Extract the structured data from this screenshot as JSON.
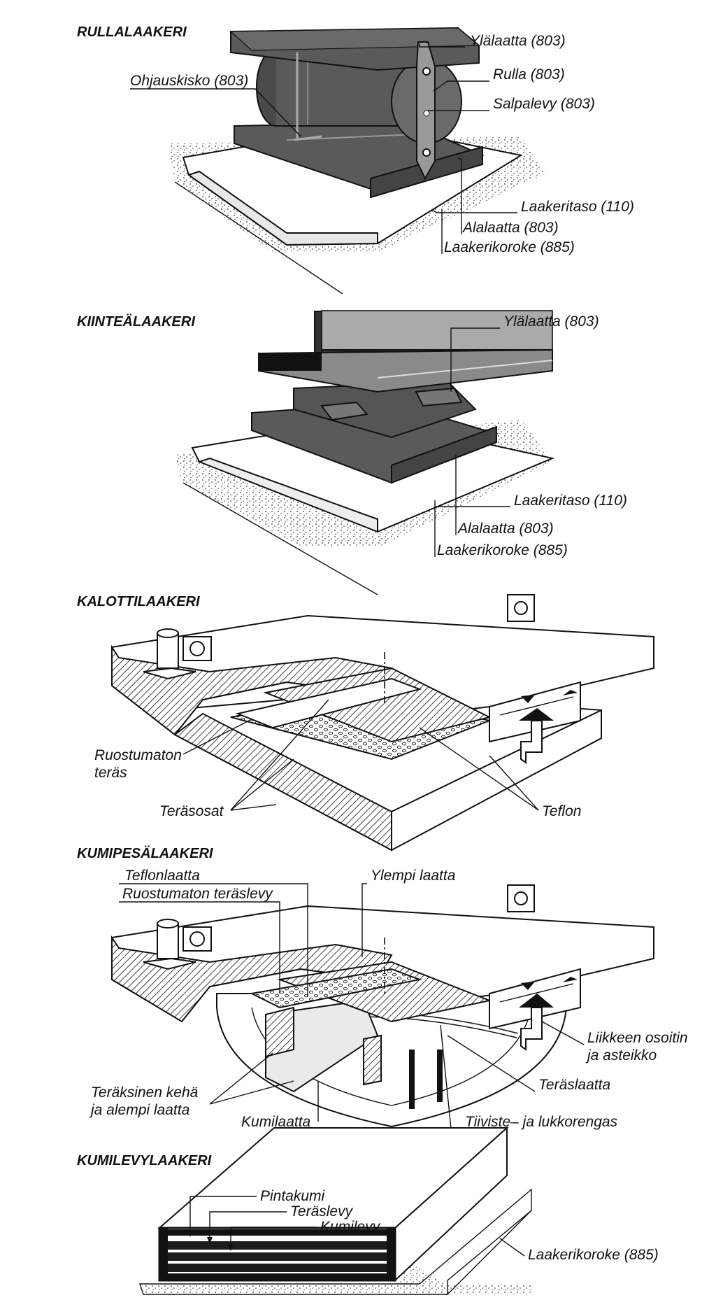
{
  "colors": {
    "steel": "#5a5a5a",
    "light_steel": "#9a9a9a",
    "paper": "#ffffff",
    "ink": "#111111",
    "rubber": "#1c1c1c"
  },
  "sections": {
    "roller": {
      "title": "RULLALAAKERI",
      "labels": {
        "ylalaatta": "Ylälaatta (803)",
        "ohjauskisko": "Ohjauskisko (803)",
        "rulla": "Rulla (803)",
        "salpalevy": "Salpalevy (803)",
        "laakeritaso": "Laakeritaso (110)",
        "alalaatta": "Alalaatta (803)",
        "laakerikoroke": "Laakerikoroke (885)"
      }
    },
    "fixed": {
      "title": "KIINTEÄLAAKERI",
      "labels": {
        "ylalaatta": "Ylälaatta (803)",
        "laakeritaso": "Laakeritaso (110)",
        "alalaatta": "Alalaatta (803)",
        "laakerikoroke": "Laakerikoroke (885)"
      }
    },
    "spherical": {
      "title": "KALOTTILAAKERI",
      "labels": {
        "ruostumaton_1": "Ruostumaton",
        "ruostumaton_2": "teräs",
        "terasosat": "Teräsosat",
        "teflon": "Teflon"
      }
    },
    "pot": {
      "title": "KUMIPESÄLAAKERI",
      "labels": {
        "teflonlaatta": "Teflonlaatta",
        "ruostumaton_teraslevy": "Ruostumaton teräslevy",
        "ylempi_laatta": "Ylempi laatta",
        "liikkeen_1": "Liikkeen osoitin",
        "liikkeen_2": "ja asteikko",
        "teraksinen_1": "Teräksinen kehä",
        "teraksinen_2": "ja alempi laatta",
        "teraslaatta": "Teräslaatta",
        "kumilaatta": "Kumilaatta",
        "tiiviste": "Tiiviste– ja lukkorengas"
      }
    },
    "elastomeric": {
      "title": "KUMILEVYLAAKERI",
      "labels": {
        "pintakumi": "Pintakumi",
        "teraslevy": "Teräslevy",
        "kumilevy": "Kumilevy",
        "laakerikoroke": "Laakerikoroke (885)"
      }
    }
  }
}
